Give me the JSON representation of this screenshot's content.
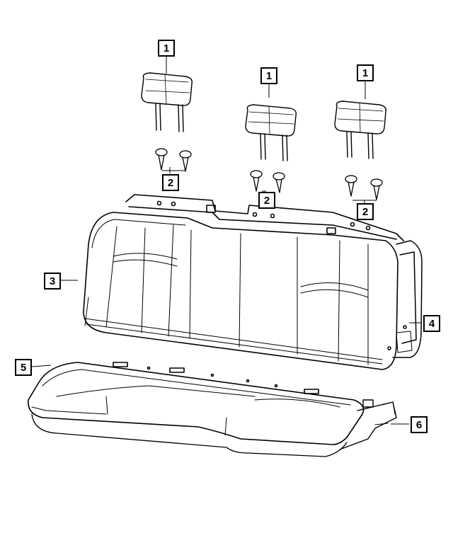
{
  "diagram": {
    "callouts": [
      {
        "id": "c1a",
        "label": "1"
      },
      {
        "id": "c1b",
        "label": "1"
      },
      {
        "id": "c1c",
        "label": "1"
      },
      {
        "id": "c2a",
        "label": "2"
      },
      {
        "id": "c2b",
        "label": "2"
      },
      {
        "id": "c2c",
        "label": "2"
      },
      {
        "id": "c3",
        "label": "3"
      },
      {
        "id": "c4",
        "label": "4"
      },
      {
        "id": "c5",
        "label": "5"
      },
      {
        "id": "c6",
        "label": "6"
      }
    ],
    "colors": {
      "line": "#000000",
      "background": "#ffffff"
    }
  }
}
